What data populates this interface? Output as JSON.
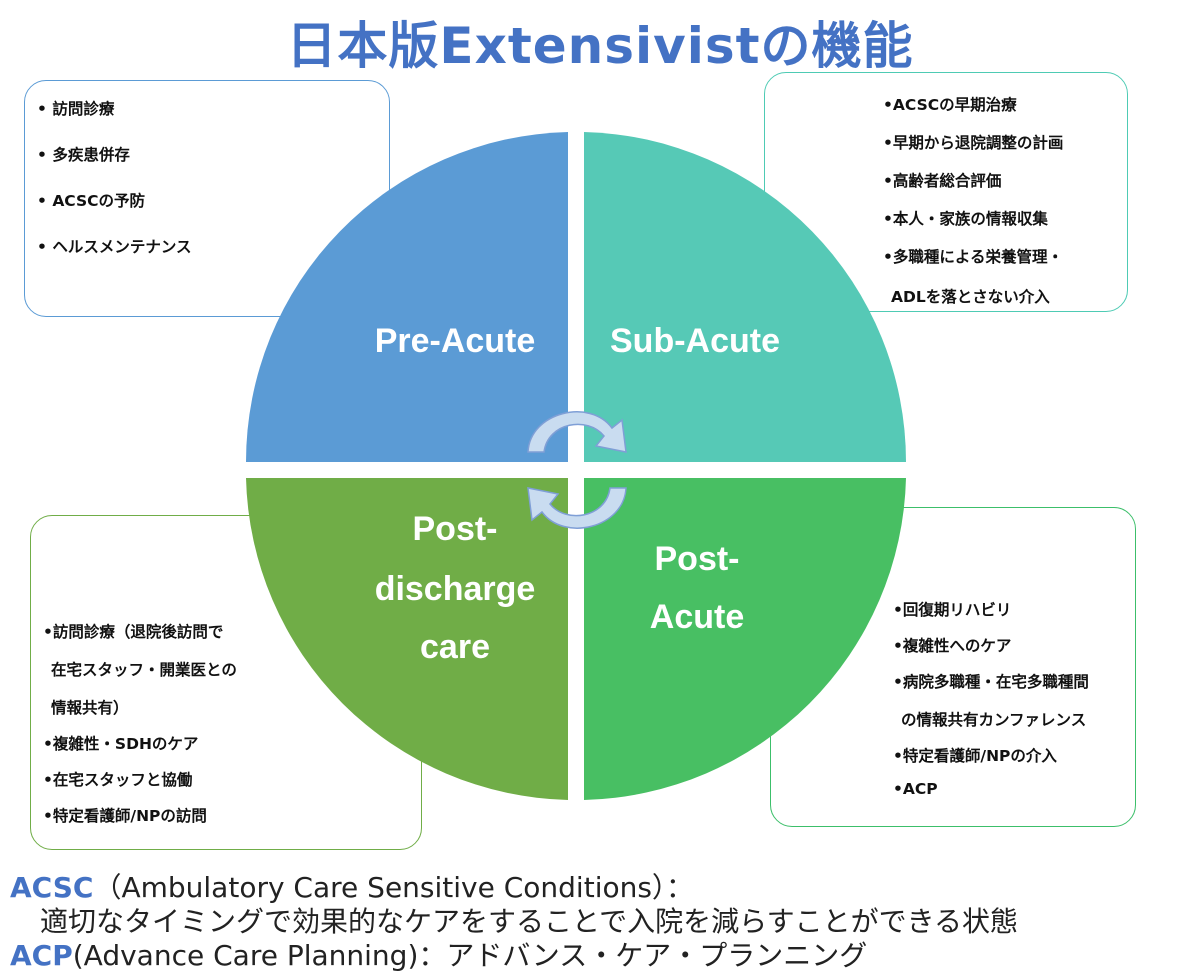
{
  "title": "日本版Extensivistの機能",
  "quadrants": {
    "pre_acute": "Pre-Acute",
    "sub_acute": "Sub-Acute",
    "post_acute_1": "Post-",
    "post_acute_2": "Acute",
    "post_discharge_1": "Post-",
    "post_discharge_2": "discharge",
    "post_discharge_3": "care"
  },
  "boxes": {
    "pre_acute_items": [
      "訪問診療",
      "多疾患併存",
      "ACSCの予防",
      "ヘルスメンテナンス"
    ],
    "sub_acute_items": [
      "ACSCの早期治療",
      "早期から退院調整の計画",
      "高齢者総合評価",
      "本人・家族の情報収集",
      "多職種による栄養管理・",
      "ADLを落とさない介入"
    ],
    "post_acute_items": [
      "回復期リハビリ",
      "複雑性へのケア",
      "病院多職種・在宅多職種間",
      "の情報共有カンファレンス",
      "特定看護師/NPの介入",
      "ACP"
    ],
    "post_discharge_items": [
      "訪問診療（退院後訪問で",
      "在宅スタッフ・開業医との",
      "情報共有）",
      "複雑性・SDHのケア",
      "在宅スタッフと協働",
      "特定看護師/NPの訪問"
    ]
  },
  "footer": {
    "acsc_abbr": "ACSC",
    "acsc_full": "（Ambulatory Care Sensitive Conditions）：",
    "acsc_desc": "適切なタイミングで効果的なケアをすることで入院を減らすことができる状態",
    "acp_abbr": "ACP",
    "acp_full": "(Advance Care Planning)：アドバンス・ケア・プランニング"
  },
  "colors": {
    "title": "#4472C4",
    "pre_acute": "#5B9BD5",
    "sub_acute": "#56C9B6",
    "post_acute": "#48BF63",
    "post_discharge": "#70AD47",
    "arrow": "#BDD7EE"
  }
}
